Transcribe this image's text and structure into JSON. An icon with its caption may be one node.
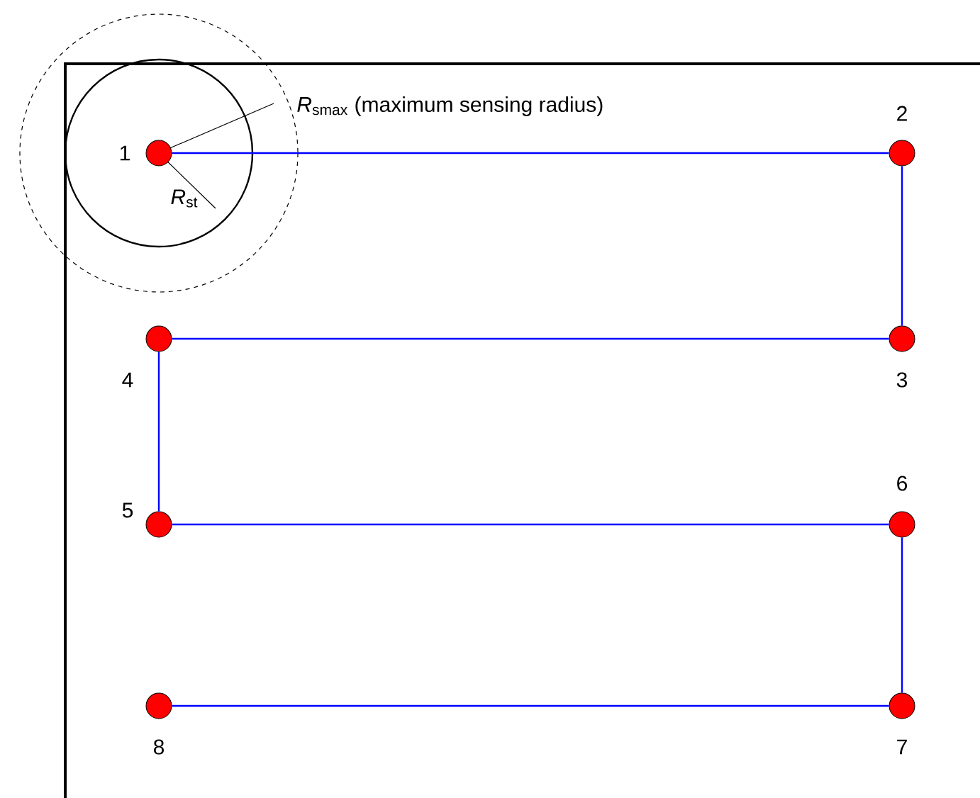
{
  "diagram": {
    "nodes": [
      {
        "text": [],
        "shape": "circle",
        "beside": [
          "1"
        ]
      },
      {
        "text": [],
        "shape": "circle",
        "beside": [
          "2"
        ]
      },
      {
        "text": [],
        "shape": "circle",
        "beside": [
          "3"
        ]
      },
      {
        "text": [],
        "shape": "circle",
        "beside": [
          "4"
        ]
      },
      {
        "text": [],
        "shape": "circle",
        "beside": [
          "5"
        ]
      },
      {
        "text": [],
        "shape": "circle",
        "beside": [
          "6"
        ]
      },
      {
        "text": [],
        "shape": "circle",
        "beside": [
          "7"
        ]
      },
      {
        "text": [],
        "shape": "circle",
        "beside": [
          "8"
        ]
      }
    ],
    "edges": [
      {
        "from": 0,
        "to": 1,
        "arrow": "none"
      },
      {
        "from": 1,
        "to": 2,
        "arrow": "none"
      },
      {
        "from": 2,
        "to": 3,
        "arrow": "none"
      },
      {
        "from": 3,
        "to": 4,
        "arrow": "none"
      },
      {
        "from": 4,
        "to": 5,
        "arrow": "none"
      },
      {
        "from": 5,
        "to": 6,
        "arrow": "none"
      },
      {
        "from": 6,
        "to": 7,
        "arrow": "none"
      }
    ],
    "labels": [
      "*R*$_{smax}$ (maximum sensing radius)",
      "*R*$_{st}$"
    ]
  }
}
